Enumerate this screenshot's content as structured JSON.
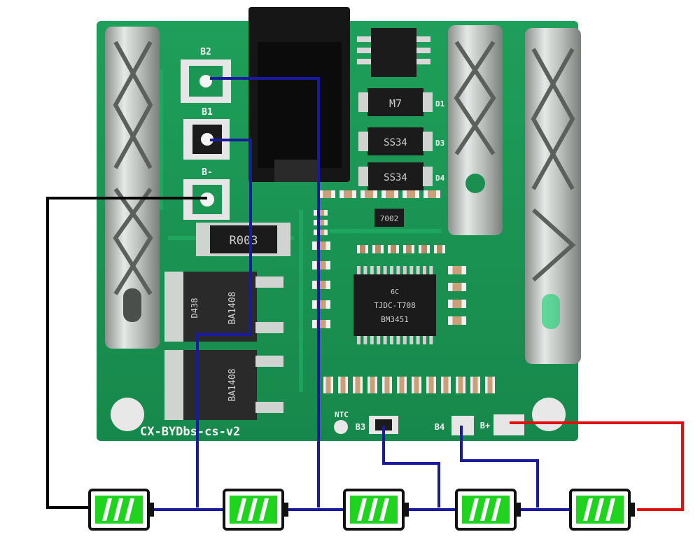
{
  "board": {
    "model_text": "CX-BYDbs-cs-v2",
    "pads": [
      {
        "id": "b2",
        "label": "B2"
      },
      {
        "id": "b1",
        "label": "B1"
      },
      {
        "id": "bminus",
        "label": "B-"
      },
      {
        "id": "b3",
        "label": "B3"
      },
      {
        "id": "b4",
        "label": "B4"
      },
      {
        "id": "bplus",
        "label": "B+"
      }
    ],
    "components": {
      "shunt_resistor": "R003",
      "mosfet_top": [
        "D438",
        "BA1408"
      ],
      "mosfet_bottom": [
        "BA1408"
      ],
      "ic_main": [
        "BM3451",
        "TJDC-T708",
        "6C"
      ],
      "diode_m7": "M7",
      "diode_ss34_a": "SS34",
      "diode_ss34_b": "SS34",
      "small_chip": "7002",
      "ntc_label": "NTC",
      "d_labels": [
        "D1",
        "D3",
        "D4"
      ]
    }
  },
  "wires": {
    "colors": {
      "negative": "#000000",
      "balance": "#1a1aa0",
      "positive": "#e01010"
    }
  },
  "batteries": {
    "count": 5,
    "fill_color": "#1fd31f",
    "outline_color": "#111111"
  }
}
